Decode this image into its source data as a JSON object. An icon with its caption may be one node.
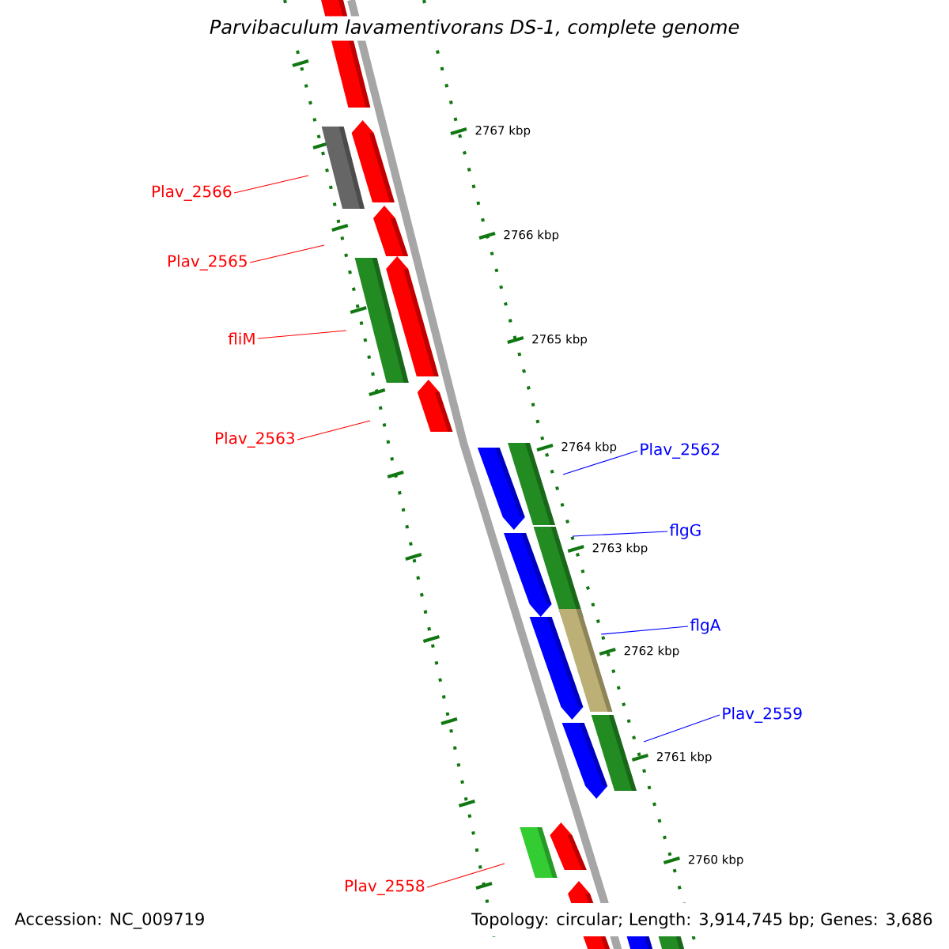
{
  "diagram": {
    "title": "Parvibaculum lavamentivorans DS-1, complete genome",
    "nodes": [
      {
        "text": [
          "Plav_2566"
        ]
      },
      {
        "text": [
          "Plav_2565"
        ]
      },
      {
        "text": [
          "fliM"
        ]
      },
      {
        "text": [
          "Plav_2563"
        ]
      },
      {
        "text": [
          "Plav_2558"
        ]
      },
      {
        "text": [
          "Plav_2562"
        ]
      },
      {
        "text": [
          "flgG"
        ]
      },
      {
        "text": [
          "flgA"
        ]
      },
      {
        "text": [
          "Plav_2559"
        ]
      }
    ],
    "edges": [
      {
        "from": 0,
        "to": null,
        "arrow": "none"
      },
      {
        "from": 1,
        "to": null,
        "arrow": "none"
      },
      {
        "from": 2,
        "to": null,
        "arrow": "none"
      },
      {
        "from": 3,
        "to": null,
        "arrow": "none"
      },
      {
        "from": 4,
        "to": null,
        "arrow": "none"
      },
      {
        "from": 5,
        "to": null,
        "arrow": "none",
        "color": "#0000ff"
      },
      {
        "from": 6,
        "to": null,
        "arrow": "none",
        "color": "#0000ff"
      },
      {
        "from": 7,
        "to": null,
        "arrow": "none",
        "color": "#0000ff"
      },
      {
        "from": 8,
        "to": null,
        "arrow": "none",
        "color": "#0000ff"
      }
    ],
    "labels": [
      "2767 kbp",
      "2766 kbp",
      "2765 kbp",
      "2764 kbp",
      "2763 kbp",
      "2762 kbp",
      "2761 kbp",
      "2760 kbp",
      "Accession: NC_009719",
      "Topology: circular; Length: 3,914,745 bp; Genes: 3,686"
    ]
  }
}
